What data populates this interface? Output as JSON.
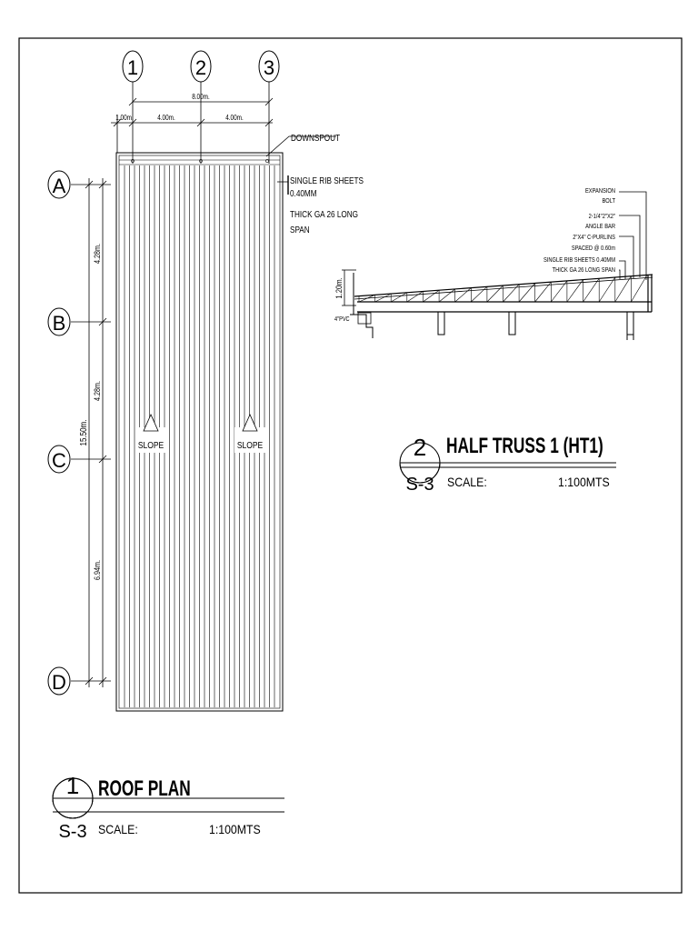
{
  "roof_plan": {
    "grid_columns": [
      "1",
      "2",
      "3"
    ],
    "grid_rows": [
      "A",
      "B",
      "C",
      "D"
    ],
    "dim_total_width": "8.00m.",
    "dim_overhang": "1.00m.",
    "dim_bay_1": "4.00m.",
    "dim_bay_2": "4.00m.",
    "dim_ab": "4.28m.",
    "dim_bc": "4.28m.",
    "dim_cd": "6.94m.",
    "dim_total_length": "15.50m.",
    "label_downspout": "DOWNSPOUT",
    "label_sheet_1": "SINGLE RIB SHEETS",
    "label_sheet_2": "0.40MM",
    "label_sheet_3": "THICK GA 26 LONG",
    "label_sheet_4": "SPAN",
    "slope_left": "SLOPE",
    "slope_right": "SLOPE",
    "title_number": "1",
    "title_sheet": "S-3",
    "title": "ROOF PLAN",
    "scale_label": "SCALE:",
    "scale_value": "1:100MTS"
  },
  "half_truss": {
    "label_expansion_1": "EXPANSION",
    "label_expansion_2": "BOLT",
    "label_angle_1": "2-1/4\"2\"X2\"",
    "label_angle_2": "ANGLE BAR",
    "label_purlins_1": "2\"X4\" C-PURLINS",
    "label_purlins_2": "SPACED @ 0.60m",
    "label_sheets_1": "SINGLE RIB SHEETS 0.40MM",
    "label_sheets_2": "THICK GA 26 LONG SPAN",
    "dim_height": "1.20m.",
    "label_pvc": "4\"PVC",
    "title_number": "2",
    "title_sheet": "S-3",
    "title": "HALF TRUSS 1 (HT1)",
    "scale_label": "SCALE:",
    "scale_value": "1:100MTS"
  }
}
